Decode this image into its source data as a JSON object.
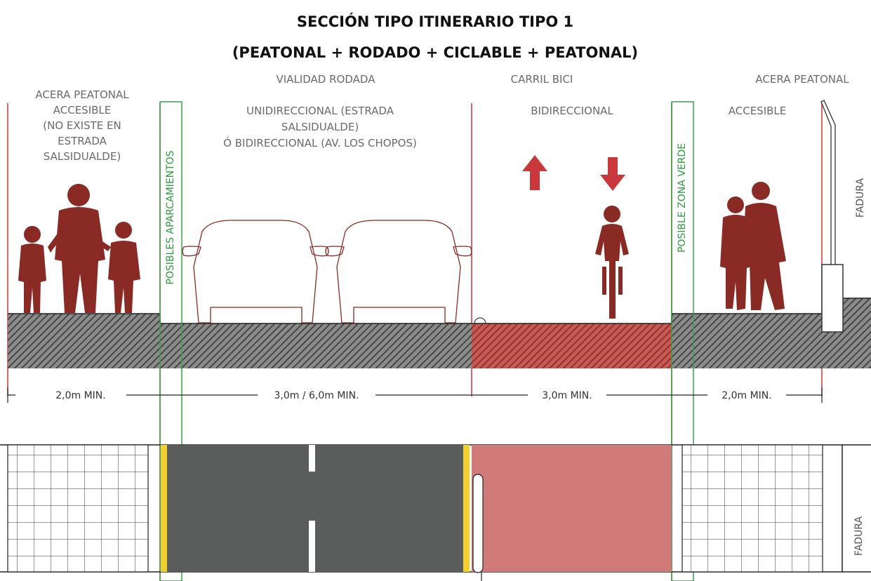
{
  "title": {
    "line1": "SECCIÓN TIPO ITINERARIO TIPO 1",
    "line2": "(PEATONAL + RODADO + CICLABLE + PEATONAL)"
  },
  "zones": {
    "left_sidewalk": {
      "lines": [
        "ACERA PEATONAL",
        "ACCESIBLE",
        "(NO EXISTE EN",
        "ESTRADA",
        "SALSIDUALDE)"
      ]
    },
    "parking": {
      "label": "POSIBLES APARCAMIENTOS"
    },
    "road": {
      "heading": "VIALIDAD RODADA",
      "lines": [
        "UNIDIRECCIONAL (ESTRADA",
        "SALSIDUALDE)",
        "Ó BIDIRECCIONAL (AV. LOS CHOPOS)"
      ]
    },
    "bike": {
      "heading": "CARRIL BICI",
      "line": "BIDIRECCIONAL"
    },
    "green": {
      "label": "POSIBLE ZONA VERDE"
    },
    "right_sidewalk": {
      "heading": "ACERA PEATONAL",
      "line": "ACCESIBLE"
    },
    "facade_label": "FADURA"
  },
  "dimensions": [
    "2,0m MIN.",
    "3,0m / 6,0m MIN.",
    "3,0m MIN.",
    "2,0m MIN."
  ],
  "plan": {
    "facade_label": "FADURA"
  },
  "colors": {
    "silhouette": "#8a2a24",
    "red_line": "#c9383a",
    "green_line": "#3aa04a",
    "asphalt": "#5a5d5c",
    "bike_lane": "#d07a7a",
    "yellow": "#f3cf2f"
  }
}
